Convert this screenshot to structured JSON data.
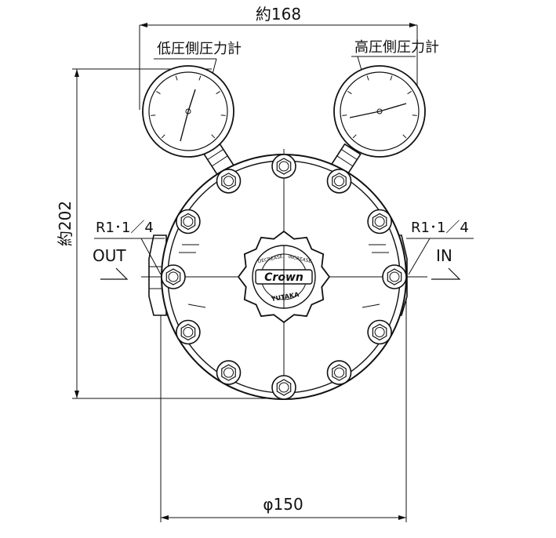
{
  "dimensions": {
    "width_top": "約168",
    "height_left": "約202",
    "diameter_bottom": "φ150"
  },
  "gauges": {
    "low_pressure": "低圧側圧力計",
    "high_pressure": "高圧側圧力計"
  },
  "ports": {
    "outlet_thread": "R1･1／4",
    "outlet_label": "OUT",
    "inlet_thread": "R1･1／4",
    "inlet_label": "IN"
  },
  "knob": {
    "brand": "Crown",
    "maker": "YUTAKA",
    "ring_left": "DECREASE",
    "ring_right": "INCREASE"
  },
  "colors": {
    "line": "#111111",
    "background": "#ffffff"
  }
}
